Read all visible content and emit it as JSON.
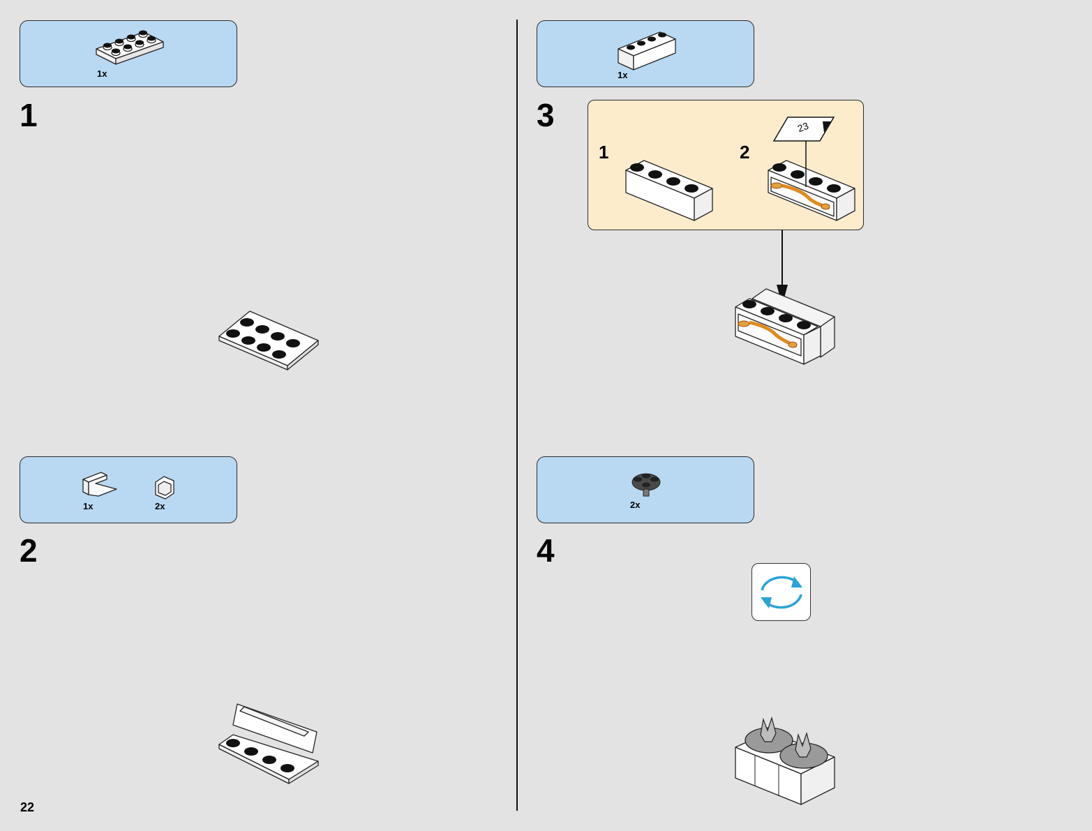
{
  "page": {
    "number": "22"
  },
  "steps": [
    {
      "number": "1",
      "parts": [
        {
          "name": "plate-2x4-white-icon",
          "qty": "1x"
        }
      ]
    },
    {
      "number": "2",
      "parts": [
        {
          "name": "bracket-white-icon",
          "qty": "1x"
        },
        {
          "name": "corner-panel-white-icon",
          "qty": "2x"
        }
      ]
    },
    {
      "number": "3",
      "parts": [
        {
          "name": "brick-1x4-white-icon",
          "qty": "1x"
        }
      ],
      "callout": {
        "sub_steps": [
          "1",
          "2"
        ],
        "sticker_number": "23"
      }
    },
    {
      "number": "4",
      "parts": [
        {
          "name": "plate-round-gray-icon",
          "qty": "2x"
        }
      ]
    }
  ],
  "colors": {
    "background": "#e3e3e3",
    "parts_box": "#b9d9f2",
    "callout_box": "#fdeccc",
    "rotate_arrows": "#29a3d8",
    "sticker_orange": "#e08a1e"
  },
  "icons": [
    "rotate-model-icon",
    "down-arrow-icon"
  ]
}
